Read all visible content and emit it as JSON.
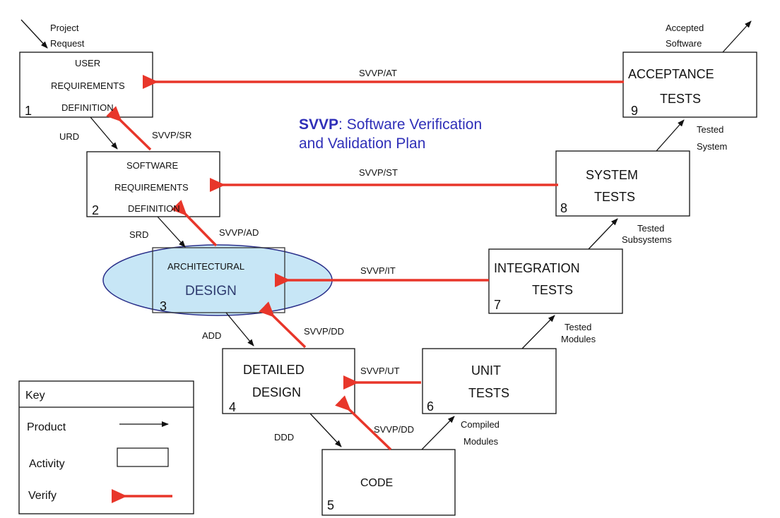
{
  "inputs": {
    "project_request_1": "Project",
    "project_request_2": "Request"
  },
  "outputs": {
    "accepted_software_1": "Accepted",
    "accepted_software_2": "Software"
  },
  "phases": [
    {
      "number": "1",
      "lines": [
        "USER",
        "REQUIREMENTS",
        "DEFINITION"
      ]
    },
    {
      "number": "2",
      "lines": [
        "SOFTWARE",
        "REQUIREMENTS",
        "DEFINITION"
      ]
    },
    {
      "number": "3",
      "lines": [
        "ARCHITECTURAL",
        "DESIGN"
      ]
    },
    {
      "number": "4",
      "lines": [
        "DETAILED",
        "DESIGN"
      ]
    },
    {
      "number": "5",
      "lines": [
        "CODE"
      ]
    },
    {
      "number": "6",
      "lines": [
        "UNIT",
        "TESTS"
      ]
    },
    {
      "number": "7",
      "lines": [
        "INTEGRATION",
        "TESTS"
      ]
    },
    {
      "number": "8",
      "lines": [
        "SYSTEM",
        "TESTS"
      ]
    },
    {
      "number": "9",
      "lines": [
        "ACCEPTANCE",
        "TESTS"
      ]
    }
  ],
  "products": {
    "urd": "URD",
    "srd": "SRD",
    "add": "ADD",
    "ddd": "DDD",
    "compiled_modules": [
      "Compiled",
      "Modules"
    ],
    "tested_modules": [
      "Tested",
      "Modules"
    ],
    "tested_subsystems": [
      "Tested",
      "Subsystems"
    ],
    "tested_system": [
      "Tested",
      "System"
    ]
  },
  "verify_labels": {
    "at": "SVVP/AT",
    "st": "SVVP/ST",
    "it": "SVVP/IT",
    "ut": "SVVP/UT",
    "sr": "SVVP/SR",
    "ad": "SVVP/AD",
    "dd_upper": "SVVP/DD",
    "dd_lower": "SVVP/DD"
  },
  "svvp_note": {
    "abbr": "SVVP",
    "rest_line1": ": Software Verification",
    "line2": "and Validation Plan"
  },
  "key": {
    "title": "Key",
    "product": "Product",
    "activity": "Activity",
    "verify": "Verify"
  },
  "colors": {
    "verify": "#e8362a",
    "highlight_fill": "#c7e6f6",
    "highlight_stroke": "#2a2f8a",
    "note": "#2f2fb8"
  }
}
